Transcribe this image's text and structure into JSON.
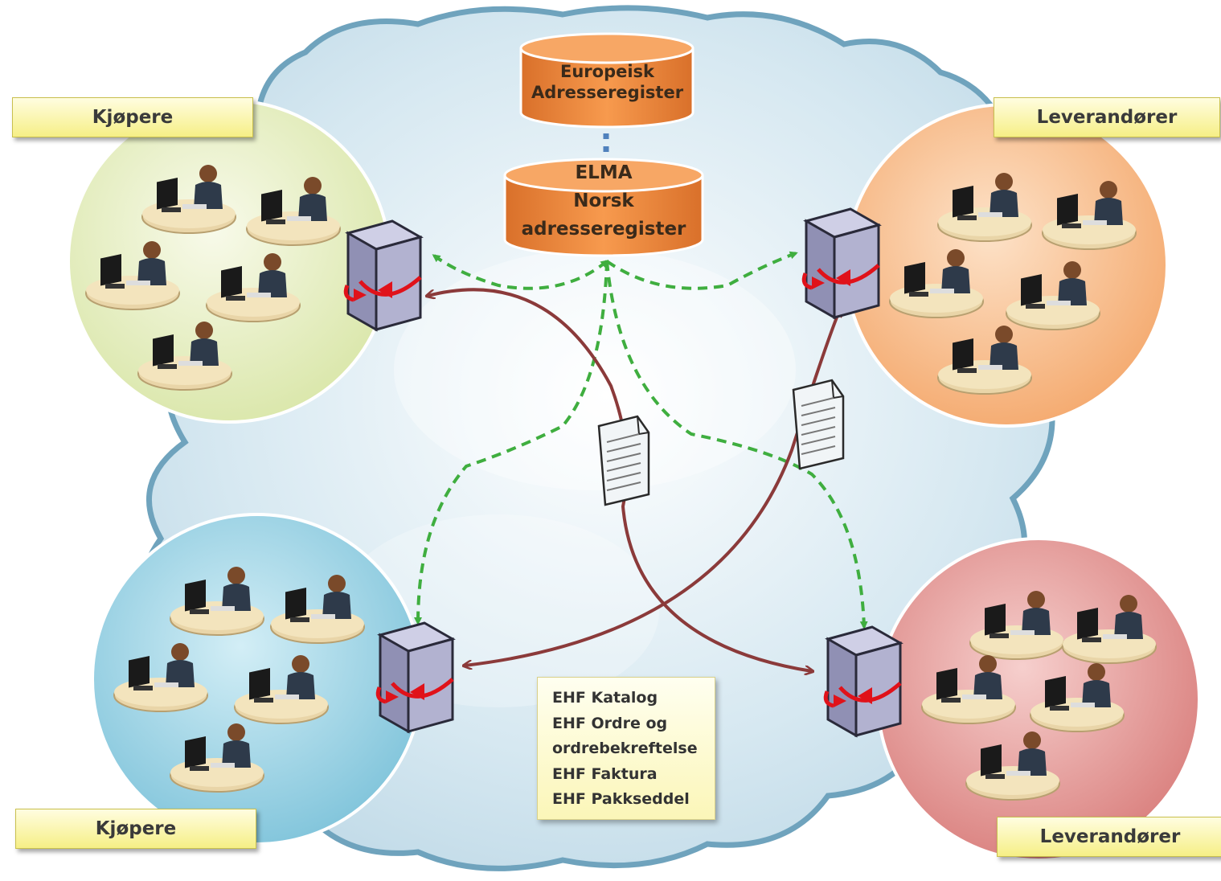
{
  "groups": {
    "top_left": {
      "label": "Kjøpere",
      "color": "#e8efc6"
    },
    "top_right": {
      "label": "Leverandører",
      "color": "#f9c69a"
    },
    "bottom_left": {
      "label": "Kjøpere",
      "color": "#a9d8e6"
    },
    "bottom_right": {
      "label": "Leverandører",
      "color": "#e79e9c"
    }
  },
  "registers": {
    "european": {
      "line1": "Europeisk",
      "line2": "Adresseregister"
    },
    "norwegian": {
      "line1": "ELMA",
      "line2": "Norsk",
      "line3": "adresseregister"
    }
  },
  "formats": [
    "EHF Katalog",
    "EHF Ordre og",
    "ordrebekreftelse",
    "EHF Faktura",
    "EHF Pakkseddel"
  ],
  "colors": {
    "cloud": "#d6e8f1",
    "cloud_border": "#6fa3bd",
    "database": "#ef8a3c",
    "lookup_arrow": "#3fae3f",
    "message_arrow": "#8b3a3a",
    "server": "#a6a6c6",
    "server_arrow": "#e0121a"
  },
  "icons": [
    "database-icon",
    "server-icon",
    "document-icon",
    "workstation-icon"
  ]
}
